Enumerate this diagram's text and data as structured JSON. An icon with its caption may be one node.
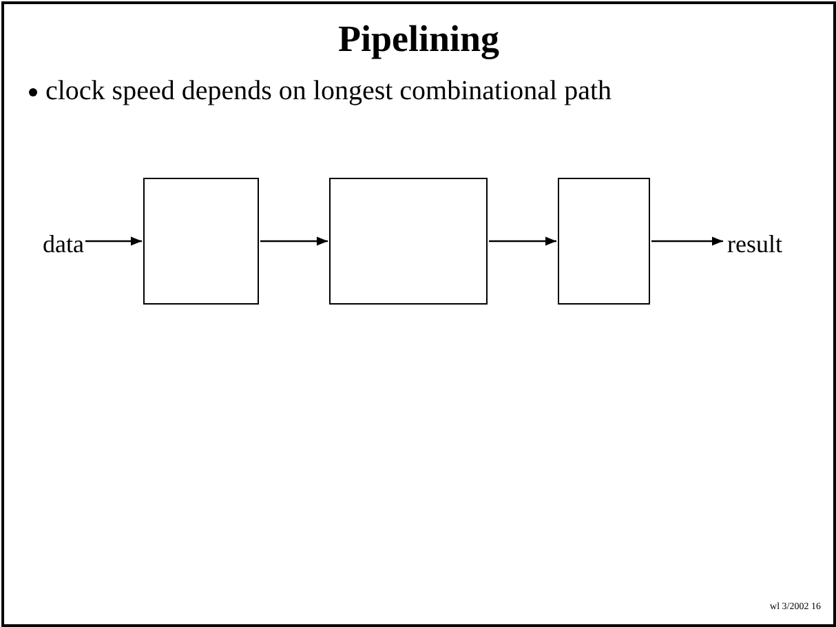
{
  "diagram": {
    "title": "Pipelining",
    "nodes": [
      {
        "text": [
          "data"
        ]
      },
      {
        "text": [],
        "shape": "box"
      },
      {
        "text": [],
        "shape": "box"
      },
      {
        "text": [],
        "shape": "box"
      },
      {
        "text": [
          "result"
        ]
      }
    ],
    "edges": [
      {
        "from": 0,
        "to": 1,
        "arrow": "to"
      },
      {
        "from": 1,
        "to": 2,
        "arrow": "to"
      },
      {
        "from": 2,
        "to": 3,
        "arrow": "to"
      },
      {
        "from": 3,
        "to": 4,
        "arrow": "to"
      }
    ],
    "labels": [
      "clock speed depends on longest combinational path",
      "wl 3/2002 16"
    ]
  }
}
